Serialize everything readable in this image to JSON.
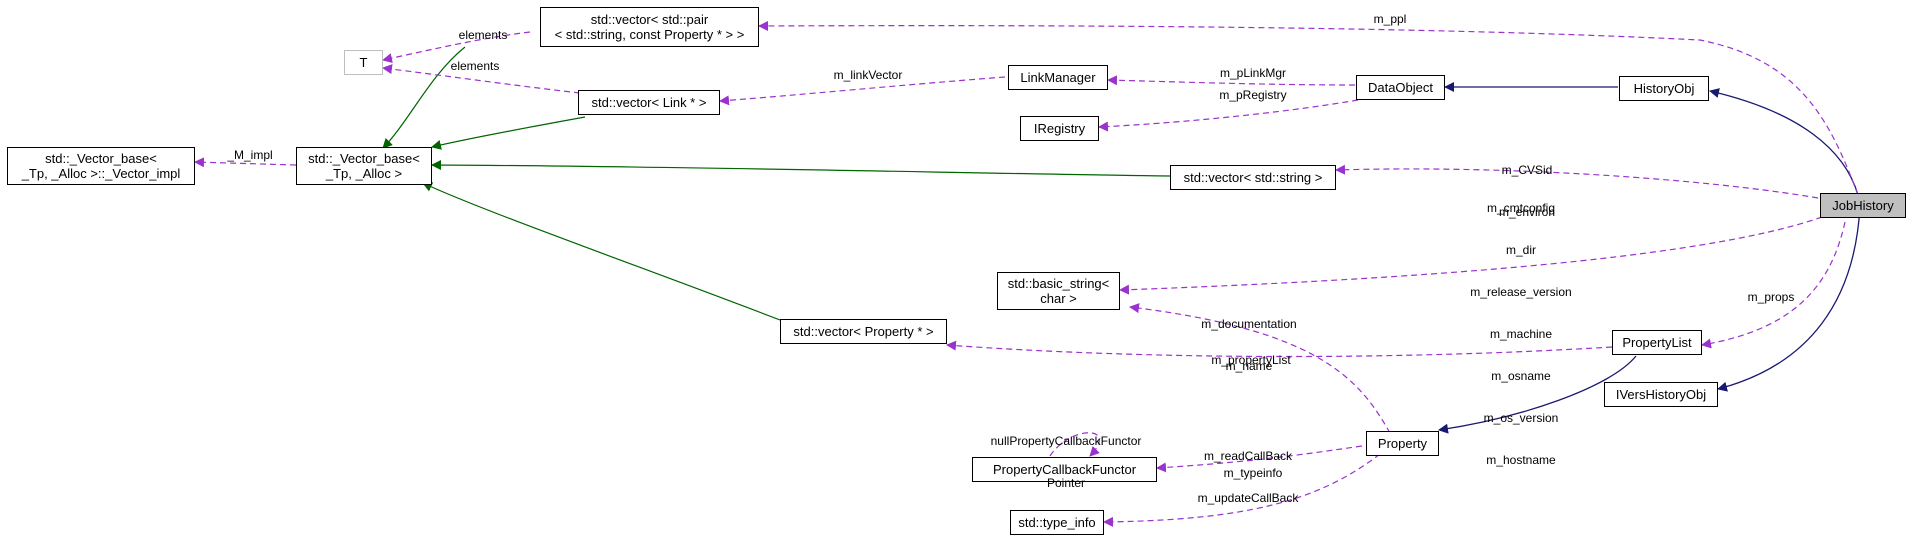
{
  "nodes": {
    "job_history": "JobHistory",
    "history_obj": "HistoryObj",
    "data_object": "DataObject",
    "link_manager": "LinkManager",
    "iregistry": "IRegistry",
    "vector_pair": [
      "std::vector< std::pair",
      "< std::string, const Property * > >"
    ],
    "t": "T",
    "vector_link": "std::vector< Link * >",
    "vector_base_impl": [
      "std::_Vector_base<",
      "_Tp, _Alloc >::_Vector_impl"
    ],
    "vector_base": [
      "std::_Vector_base<",
      "_Tp, _Alloc >"
    ],
    "vector_string": "std::vector< std::string >",
    "basic_string": [
      "std::basic_string<",
      "char >"
    ],
    "vector_property": "std::vector< Property * >",
    "property_list": "PropertyList",
    "ivers_history_obj": "IVersHistoryObj",
    "property": "Property",
    "property_callback_functor": "PropertyCallbackFunctor",
    "type_info": "std::type_info"
  },
  "labels": {
    "m_ppl": "m_ppl",
    "elements_1": "elements",
    "elements_2": "elements",
    "m_linkVector": "m_linkVector",
    "m_pLinkMgr": "m_pLinkMgr",
    "m_pRegistry": "m_pRegistry",
    "m_impl": "_M_impl",
    "string_vectors": [
      "m_CVSid",
      "m_environ"
    ],
    "strings": [
      "m_cmtconfig",
      "m_dir",
      "m_release_version",
      "m_machine",
      "m_osname",
      "m_os_version",
      "m_hostname"
    ],
    "property_strings": [
      "m_documentation",
      "m_name"
    ],
    "m_props": "m_props",
    "m_propertyList": "m_propertyList",
    "null_callback": [
      "nullPropertyCallbackFunctor",
      "Pointer"
    ],
    "callbacks": [
      "m_readCallBack",
      "m_updateCallBack"
    ],
    "m_typeinfo": "m_typeinfo"
  },
  "colors": {
    "inheritance_public": "#191970",
    "inheritance_template": "#006400",
    "usage": "#9a32cd",
    "focus_fill": "#bfbfbf",
    "undocumented_border": "#bfbfbf"
  }
}
